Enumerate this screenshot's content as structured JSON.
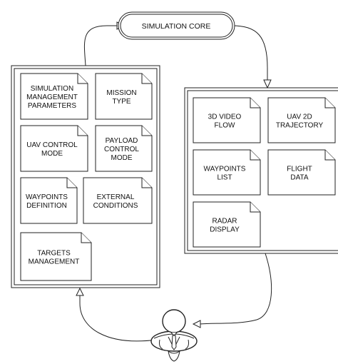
{
  "core": {
    "label": "SIMULATION CORE"
  },
  "input_panel": {
    "items": [
      [
        "SIMULATION",
        "MANAGEMENT",
        "PARAMETERS"
      ],
      [
        "MISSION",
        "TYPE"
      ],
      [
        "UAV CONTROL",
        "MODE"
      ],
      [
        "PAYLOAD",
        "CONTROL",
        "MODE"
      ],
      [
        "WAYPOINTS",
        "DEFINITION"
      ],
      [
        "EXTERNAL",
        "CONDITIONS"
      ],
      [
        "TARGETS",
        "MANAGEMENT"
      ]
    ]
  },
  "output_panel": {
    "items": [
      [
        "3D VIDEO",
        "FLOW"
      ],
      [
        "UAV 2D",
        "TRAJECTORY"
      ],
      [
        "WAYPOINTS",
        "LIST"
      ],
      [
        "FLIGHT",
        "DATA"
      ],
      [
        "RADAR",
        "DISPLAY"
      ]
    ]
  },
  "user": {
    "icon": "operator-icon"
  }
}
